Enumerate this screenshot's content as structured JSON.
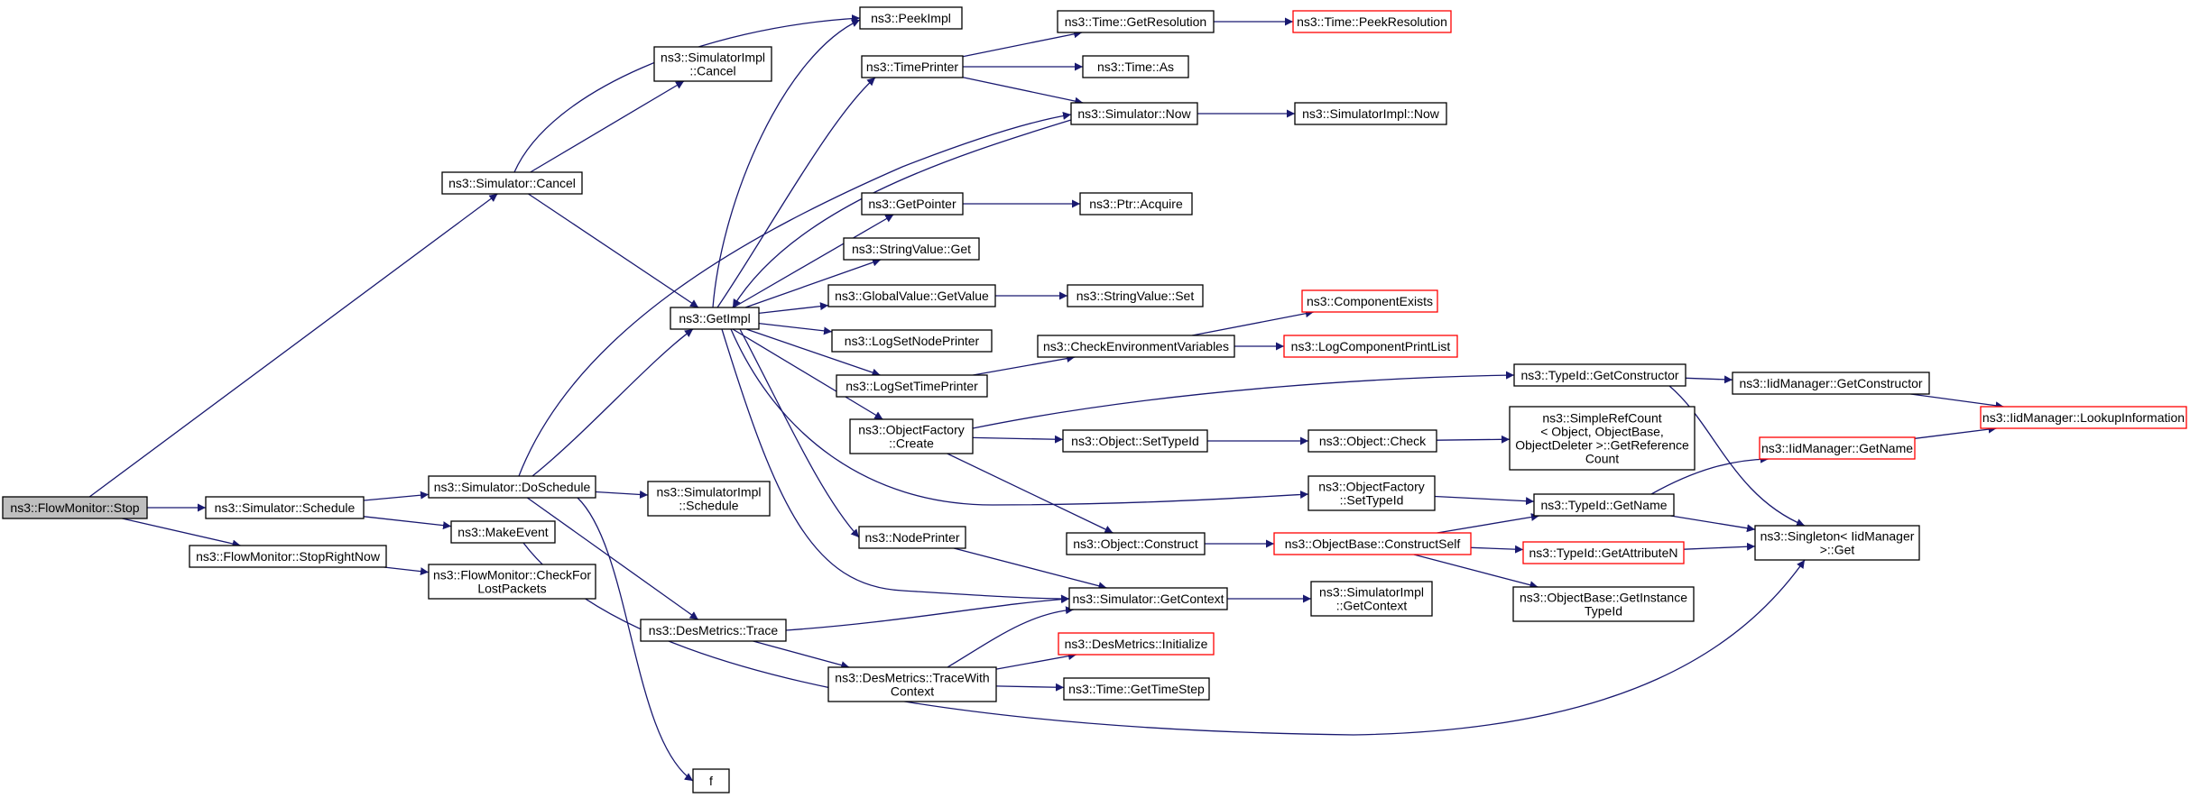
{
  "colors": {
    "edge": "#191970",
    "node_border": "#000000",
    "truncated_border": "#ff0000",
    "root_fill": "#bfbfbf",
    "node_fill": "#ffffff"
  },
  "nodes": {
    "flowmonitor_stop": {
      "label": [
        "ns3::FlowMonitor::Stop"
      ],
      "style": "root"
    },
    "simulator_cancel": {
      "label": [
        "ns3::Simulator::Cancel"
      ],
      "style": "normal"
    },
    "simulator_schedule": {
      "label": [
        "ns3::Simulator::Schedule"
      ],
      "style": "normal"
    },
    "flowmonitor_stoprightnow": {
      "label": [
        "ns3::FlowMonitor::StopRightNow"
      ],
      "style": "normal"
    },
    "simulatorimpl_cancel": {
      "label": [
        "ns3::SimulatorImpl",
        "::Cancel"
      ],
      "style": "normal"
    },
    "getimpl": {
      "label": [
        "ns3::GetImpl"
      ],
      "style": "normal"
    },
    "peekimpl": {
      "label": [
        "ns3::PeekImpl"
      ],
      "style": "normal"
    },
    "simulator_doschedule": {
      "label": [
        "ns3::Simulator::DoSchedule"
      ],
      "style": "normal"
    },
    "makeevent": {
      "label": [
        "ns3::MakeEvent"
      ],
      "style": "normal"
    },
    "flowmonitor_checkforlostpackets": {
      "label": [
        "ns3::FlowMonitor::CheckFor",
        "LostPackets"
      ],
      "style": "normal"
    },
    "simulatorimpl_schedule": {
      "label": [
        "ns3::SimulatorImpl",
        "::Schedule"
      ],
      "style": "normal"
    },
    "desmetrics_trace": {
      "label": [
        "ns3::DesMetrics::Trace"
      ],
      "style": "normal"
    },
    "f": {
      "label": [
        "f"
      ],
      "style": "normal"
    },
    "timeprinter": {
      "label": [
        "ns3::TimePrinter"
      ],
      "style": "normal"
    },
    "getpointer": {
      "label": [
        "ns3::GetPointer"
      ],
      "style": "normal"
    },
    "stringvalue_get": {
      "label": [
        "ns3::StringValue::Get"
      ],
      "style": "normal"
    },
    "globalvalue_getvalue": {
      "label": [
        "ns3::GlobalValue::GetValue"
      ],
      "style": "normal"
    },
    "logsetnodeprinter": {
      "label": [
        "ns3::LogSetNodePrinter"
      ],
      "style": "normal"
    },
    "logsettimeprinter": {
      "label": [
        "ns3::LogSetTimePrinter"
      ],
      "style": "normal"
    },
    "objectfactory_create": {
      "label": [
        "ns3::ObjectFactory",
        "::Create"
      ],
      "style": "normal"
    },
    "nodeprinter": {
      "label": [
        "ns3::NodePrinter"
      ],
      "style": "normal"
    },
    "desmetrics_tracewithcontext": {
      "label": [
        "ns3::DesMetrics::TraceWith",
        "Context"
      ],
      "style": "normal"
    },
    "time_getresolution": {
      "label": [
        "ns3::Time::GetResolution"
      ],
      "style": "normal"
    },
    "time_as": {
      "label": [
        "ns3::Time::As"
      ],
      "style": "normal"
    },
    "simulator_now": {
      "label": [
        "ns3::Simulator::Now"
      ],
      "style": "normal"
    },
    "ptr_acquire": {
      "label": [
        "ns3::Ptr::Acquire"
      ],
      "style": "normal"
    },
    "stringvalue_set": {
      "label": [
        "ns3::StringValue::Set"
      ],
      "style": "normal"
    },
    "checkenvironmentvariables": {
      "label": [
        "ns3::CheckEnvironmentVariables"
      ],
      "style": "normal"
    },
    "object_settypeid": {
      "label": [
        "ns3::Object::SetTypeId"
      ],
      "style": "normal"
    },
    "object_construct": {
      "label": [
        "ns3::Object::Construct"
      ],
      "style": "normal"
    },
    "simulator_getcontext": {
      "label": [
        "ns3::Simulator::GetContext"
      ],
      "style": "normal"
    },
    "desmetrics_initialize": {
      "label": [
        "ns3::DesMetrics::Initialize"
      ],
      "style": "truncated"
    },
    "time_gettimestep": {
      "label": [
        "ns3::Time::GetTimeStep"
      ],
      "style": "normal"
    },
    "time_peekresolution": {
      "label": [
        "ns3::Time::PeekResolution"
      ],
      "style": "truncated"
    },
    "simulatorimpl_now": {
      "label": [
        "ns3::SimulatorImpl::Now"
      ],
      "style": "normal"
    },
    "componentexists": {
      "label": [
        "ns3::ComponentExists"
      ],
      "style": "truncated"
    },
    "logcomponentprintlist": {
      "label": [
        "ns3::LogComponentPrintList"
      ],
      "style": "truncated"
    },
    "object_check": {
      "label": [
        "ns3::Object::Check"
      ],
      "style": "normal"
    },
    "objectfactory_settypeid": {
      "label": [
        "ns3::ObjectFactory",
        "::SetTypeId"
      ],
      "style": "normal"
    },
    "objectbase_constructself": {
      "label": [
        "ns3::ObjectBase::ConstructSelf"
      ],
      "style": "truncated"
    },
    "simulatorimpl_getcontext": {
      "label": [
        "ns3::SimulatorImpl",
        "::GetContext"
      ],
      "style": "normal"
    },
    "typeid_getconstructor": {
      "label": [
        "ns3::TypeId::GetConstructor"
      ],
      "style": "normal"
    },
    "typeid_getname": {
      "label": [
        "ns3::TypeId::GetName"
      ],
      "style": "normal"
    },
    "typeid_getattributen": {
      "label": [
        "ns3::TypeId::GetAttributeN"
      ],
      "style": "truncated"
    },
    "objectbase_getinstancetypeid": {
      "label": [
        "ns3::ObjectBase::GetInstance",
        "TypeId"
      ],
      "style": "normal"
    },
    "simplerefcount": {
      "label": [
        "ns3::SimpleRefCount",
        "< Object, ObjectBase,",
        " ObjectDeleter >::GetReference",
        "Count"
      ],
      "style": "normal"
    },
    "iidmanager_getconstructor": {
      "label": [
        "ns3::IidManager::GetConstructor"
      ],
      "style": "normal"
    },
    "iidmanager_getname": {
      "label": [
        "ns3::IidManager::GetName"
      ],
      "style": "truncated"
    },
    "singleton_get": {
      "label": [
        "ns3::Singleton< IidManager",
        " >::Get"
      ],
      "style": "normal"
    },
    "iidmanager_lookupinformation": {
      "label": [
        "ns3::IidManager::LookupInformation"
      ],
      "style": "truncated"
    }
  },
  "edges": [
    [
      "flowmonitor_stop",
      "simulator_cancel"
    ],
    [
      "flowmonitor_stop",
      "simulator_schedule"
    ],
    [
      "flowmonitor_stop",
      "flowmonitor_stoprightnow"
    ],
    [
      "simulator_cancel",
      "peekimpl"
    ],
    [
      "simulator_cancel",
      "simulatorimpl_cancel"
    ],
    [
      "simulator_cancel",
      "getimpl"
    ],
    [
      "simulator_schedule",
      "simulator_doschedule"
    ],
    [
      "simulator_schedule",
      "makeevent"
    ],
    [
      "flowmonitor_stoprightnow",
      "flowmonitor_checkforlostpackets"
    ],
    [
      "simulator_doschedule",
      "getimpl"
    ],
    [
      "simulator_doschedule",
      "simulatorimpl_schedule"
    ],
    [
      "simulator_doschedule",
      "desmetrics_trace"
    ],
    [
      "simulator_doschedule",
      "simulator_now"
    ],
    [
      "simulator_doschedule",
      "f"
    ],
    [
      "makeevent",
      "singleton_get"
    ],
    [
      "getimpl",
      "peekimpl"
    ],
    [
      "getimpl",
      "timeprinter"
    ],
    [
      "getimpl",
      "getpointer"
    ],
    [
      "getimpl",
      "stringvalue_get"
    ],
    [
      "getimpl",
      "globalvalue_getvalue"
    ],
    [
      "getimpl",
      "logsetnodeprinter"
    ],
    [
      "getimpl",
      "logsettimeprinter"
    ],
    [
      "getimpl",
      "objectfactory_create"
    ],
    [
      "getimpl",
      "nodeprinter"
    ],
    [
      "getimpl",
      "objectfactory_settypeid"
    ],
    [
      "getimpl",
      "simulator_getcontext"
    ],
    [
      "simulator_now",
      "getimpl"
    ],
    [
      "simulator_now",
      "simulatorimpl_now"
    ],
    [
      "desmetrics_trace",
      "simulator_getcontext"
    ],
    [
      "desmetrics_trace",
      "desmetrics_tracewithcontext"
    ],
    [
      "desmetrics_tracewithcontext",
      "simulator_getcontext"
    ],
    [
      "desmetrics_tracewithcontext",
      "desmetrics_initialize"
    ],
    [
      "desmetrics_tracewithcontext",
      "time_gettimestep"
    ],
    [
      "timeprinter",
      "time_getresolution"
    ],
    [
      "timeprinter",
      "time_as"
    ],
    [
      "timeprinter",
      "simulator_now"
    ],
    [
      "time_getresolution",
      "time_peekresolution"
    ],
    [
      "getpointer",
      "ptr_acquire"
    ],
    [
      "globalvalue_getvalue",
      "stringvalue_set"
    ],
    [
      "logsettimeprinter",
      "checkenvironmentvariables"
    ],
    [
      "checkenvironmentvariables",
      "componentexists"
    ],
    [
      "checkenvironmentvariables",
      "logcomponentprintlist"
    ],
    [
      "objectfactory_create",
      "typeid_getconstructor"
    ],
    [
      "objectfactory_create",
      "object_settypeid"
    ],
    [
      "objectfactory_create",
      "object_construct"
    ],
    [
      "object_settypeid",
      "object_check"
    ],
    [
      "object_check",
      "simplerefcount"
    ],
    [
      "object_construct",
      "objectbase_constructself"
    ],
    [
      "objectbase_constructself",
      "typeid_getname"
    ],
    [
      "objectbase_constructself",
      "typeid_getattributen"
    ],
    [
      "objectbase_constructself",
      "objectbase_getinstancetypeid"
    ],
    [
      "nodeprinter",
      "simulator_getcontext"
    ],
    [
      "simulator_getcontext",
      "simulatorimpl_getcontext"
    ],
    [
      "objectfactory_settypeid",
      "typeid_getname"
    ],
    [
      "typeid_getconstructor",
      "iidmanager_getconstructor"
    ],
    [
      "typeid_getconstructor",
      "singleton_get"
    ],
    [
      "iidmanager_getconstructor",
      "iidmanager_lookupinformation"
    ],
    [
      "typeid_getname",
      "iidmanager_getname"
    ],
    [
      "typeid_getname",
      "singleton_get"
    ],
    [
      "iidmanager_getname",
      "iidmanager_lookupinformation"
    ],
    [
      "typeid_getattributen",
      "singleton_get"
    ]
  ]
}
